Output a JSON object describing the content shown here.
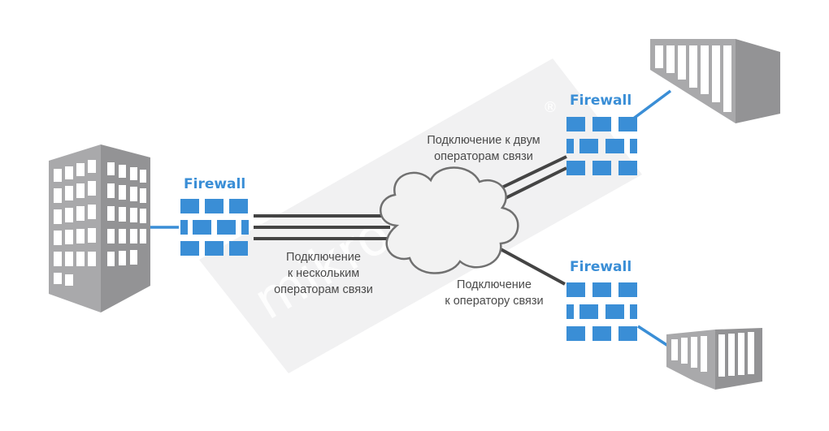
{
  "firewalls": {
    "left": "Firewall",
    "top_right": "Firewall",
    "bottom_right": "Firewall"
  },
  "connections": {
    "multi": [
      "Подключение",
      "к нескольким",
      "операторам связи"
    ],
    "dual": [
      "Подключение к двум",
      "операторам связи"
    ],
    "single": [
      "Подключение",
      "к оператору связи"
    ]
  },
  "watermark": "mikrotec",
  "watermark_mark": "®",
  "colors": {
    "firewall_blue": "#3a8ed6",
    "link_dark": "#444444",
    "building_gray": "#a9a9ab",
    "cloud_fill": "#f2f2f2",
    "cloud_stroke": "#707070"
  }
}
